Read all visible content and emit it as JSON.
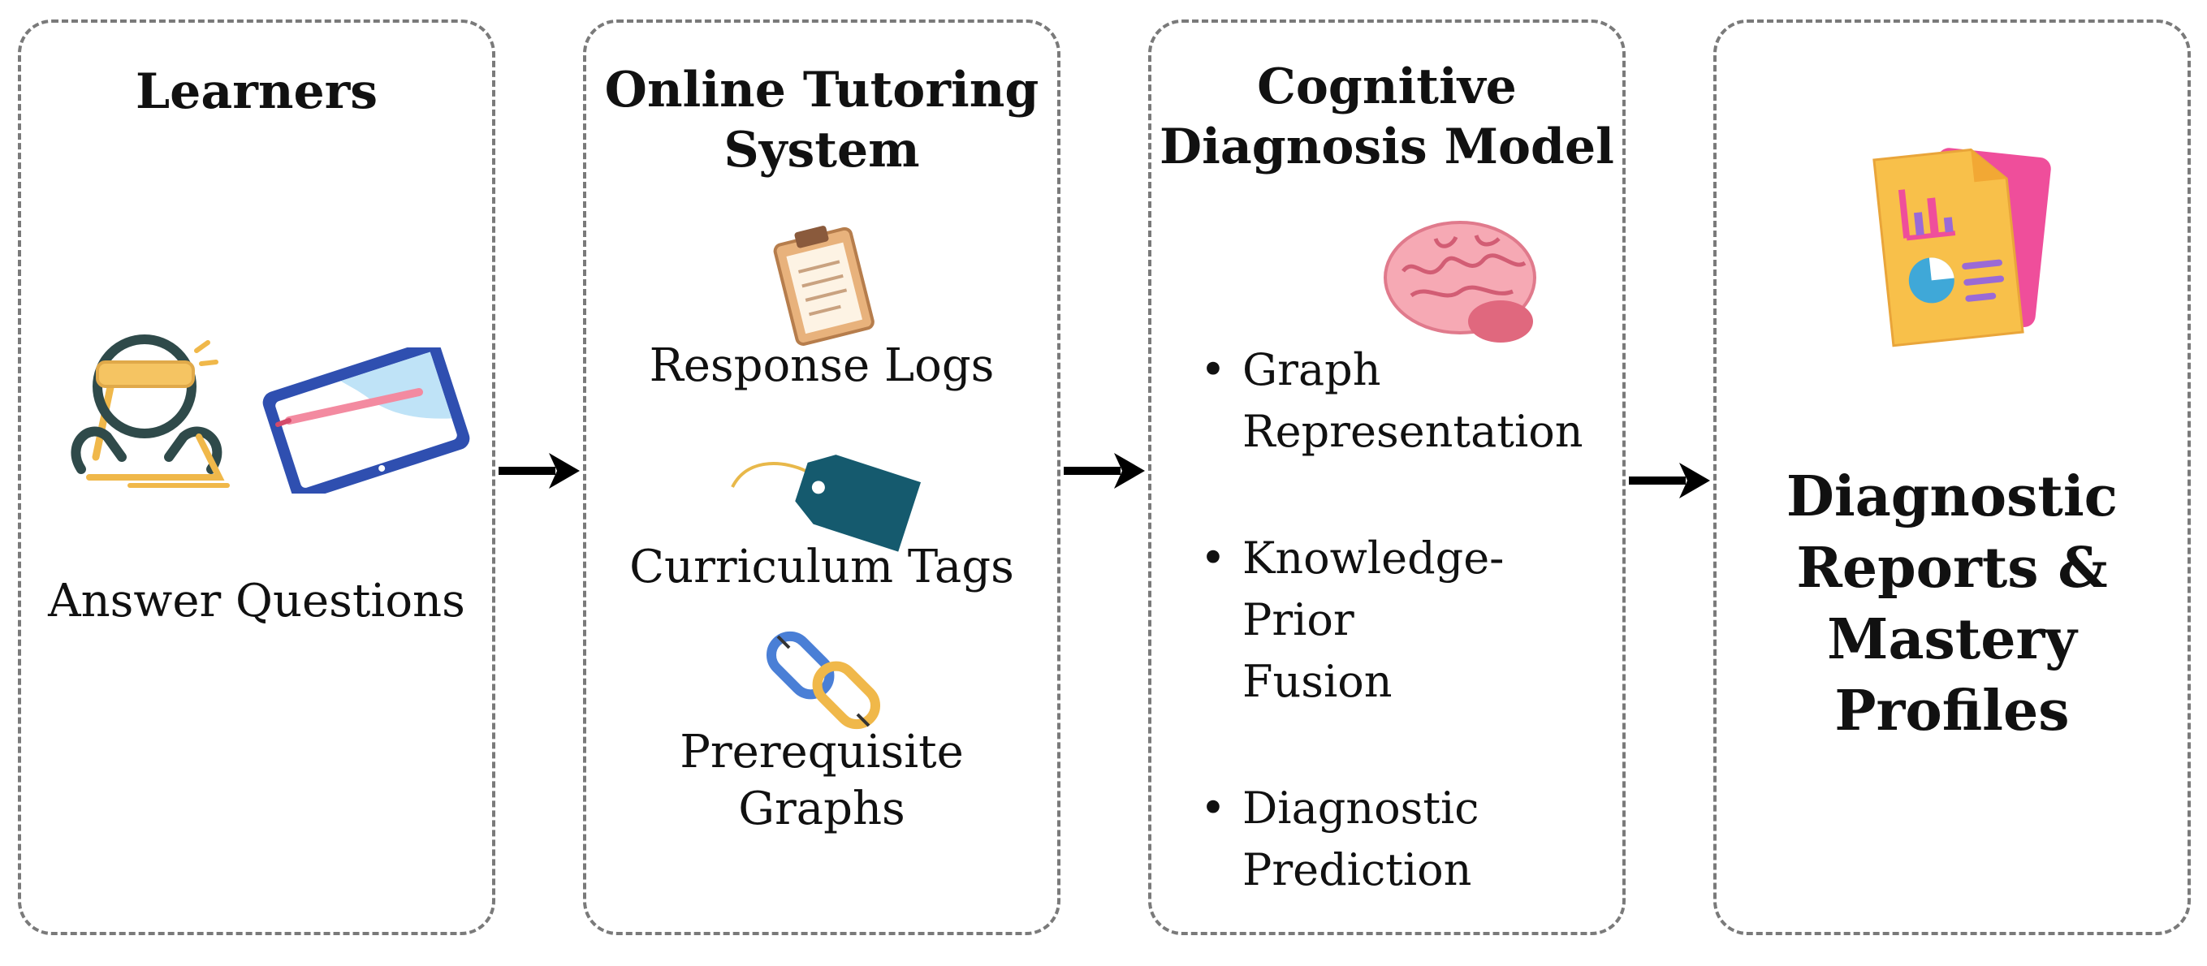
{
  "panels": [
    {
      "title": "Learners",
      "caption": "Answer Questions",
      "icons": [
        "student-writing-icon",
        "tablet-pen-icon"
      ]
    },
    {
      "title_line1": "Online Tutoring",
      "title_line2": "System",
      "items": [
        {
          "label": "Response Logs",
          "icon": "clipboard-icon"
        },
        {
          "label": "Curriculum Tags",
          "icon": "tag-icon"
        },
        {
          "label_line1": "Prerequisite",
          "label_line2": "Graphs",
          "icon": "chain-link-icon"
        }
      ]
    },
    {
      "title_line1": "Cognitive",
      "title_line2": "Diagnosis Model",
      "icon": "brain-icon",
      "bullets": [
        {
          "line1": "Graph",
          "line2": "Representation"
        },
        {
          "line1": "Knowledge-Prior",
          "line2": "Fusion"
        },
        {
          "line1": "Diagnostic",
          "line2": "Prediction"
        }
      ]
    },
    {
      "icon": "report-chart-icon",
      "title_line1": "Diagnostic",
      "title_line2": "Reports &",
      "title_line3": "Mastery Profiles"
    }
  ],
  "colors": {
    "border": "#7a7a7a",
    "arrow": "#000000",
    "tag": "#155a6e",
    "brain": "#f39aa6",
    "report_front": "#f8c04a",
    "report_back": "#ef4e9b",
    "chain": "#4a7fd6"
  }
}
